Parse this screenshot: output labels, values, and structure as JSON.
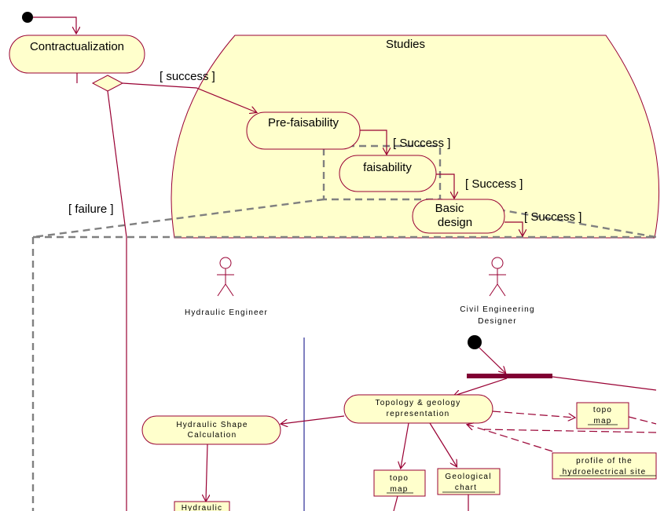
{
  "activities": {
    "contractualization": "Contractualization",
    "studies": "Studies",
    "pre_faisability": "Pre-faisability",
    "faisability": "faisability",
    "basic_design_line1": "Basic",
    "basic_design_line2": "design",
    "topology_line1": "Topology & geology",
    "topology_line2": "representation",
    "hydraulic_shape_line1": "Hydraulic Shape",
    "hydraulic_shape_line2": "Calculation"
  },
  "guards": {
    "success_main": "[ success ]",
    "failure": "[ failure ]",
    "success_1": "[ Success ]",
    "success_2": "[ Success ]",
    "success_3": "[ Success ]"
  },
  "actors": {
    "hydraulic_engineer": "Hydraulic Engineer",
    "civil_designer_line1": "Civil Engineering",
    "civil_designer_line2": "Designer"
  },
  "objects": {
    "topo_map_right_line1": "topo",
    "topo_map_right_line2": "map",
    "profile_line1": "profile of the",
    "profile_line2": "hydroelectrical site",
    "topo_map_bottom_line1": "topo",
    "topo_map_bottom_line2": "map",
    "geological_line1": "Geological",
    "geological_line2": "chart",
    "hydraulic_partial": "Hydraulic"
  },
  "colors": {
    "fill": "#ffffcc",
    "stroke": "#990033",
    "dash": "#808080",
    "fork": "#800033"
  }
}
